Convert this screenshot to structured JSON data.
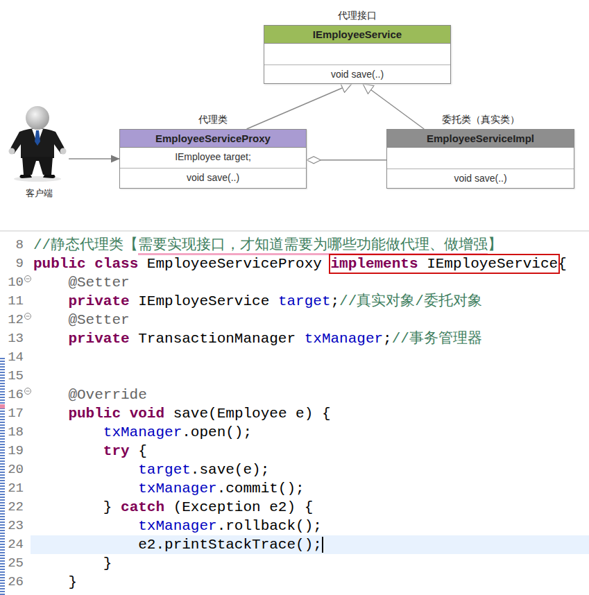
{
  "diagram": {
    "nodes": [
      {
        "text": [
          "代理接口",
          "IEmployeeService",
          "void save(..)"
        ]
      },
      {
        "text": [
          "客户端"
        ]
      },
      {
        "text": [
          "代理类",
          "EmployeeServiceProxy",
          "IEmployee target;",
          "void save(..)"
        ]
      },
      {
        "text": [
          "委托类（真实类）",
          "EmployeeServiceImpl",
          "void save(..)"
        ]
      }
    ],
    "edges": [
      {
        "from": 1,
        "to": 2,
        "arrow": "to"
      },
      {
        "from": 2,
        "to": 0,
        "arrow": "to"
      },
      {
        "from": 3,
        "to": 0,
        "arrow": "to"
      },
      {
        "from": 3,
        "to": 2,
        "arrow": "to"
      }
    ],
    "labels": [
      "8",
      "//静态代理类【需要实现接口，才知道需要为哪些功能做代理、做增强】",
      "9",
      "public class EmployeeServiceProxy implements IEmployeService{",
      "10",
      "@Setter",
      "11",
      "private IEmployeService target;//真实对象/委托对象",
      "12",
      "@Setter",
      "13",
      "private TransactionManager txManager;//事务管理器",
      "14",
      "15",
      "16",
      "@Override",
      "17",
      "public void save(Employee e) {",
      "18",
      "txManager.open();",
      "19",
      "try {",
      "20",
      "target.save(e);",
      "21",
      "txManager.commit();",
      "22",
      "} catch (Exception e2) {",
      "23",
      "txManager.rollback();",
      "24",
      "e2.printStackTrace();",
      "25",
      "}",
      "26",
      "}"
    ]
  }
}
